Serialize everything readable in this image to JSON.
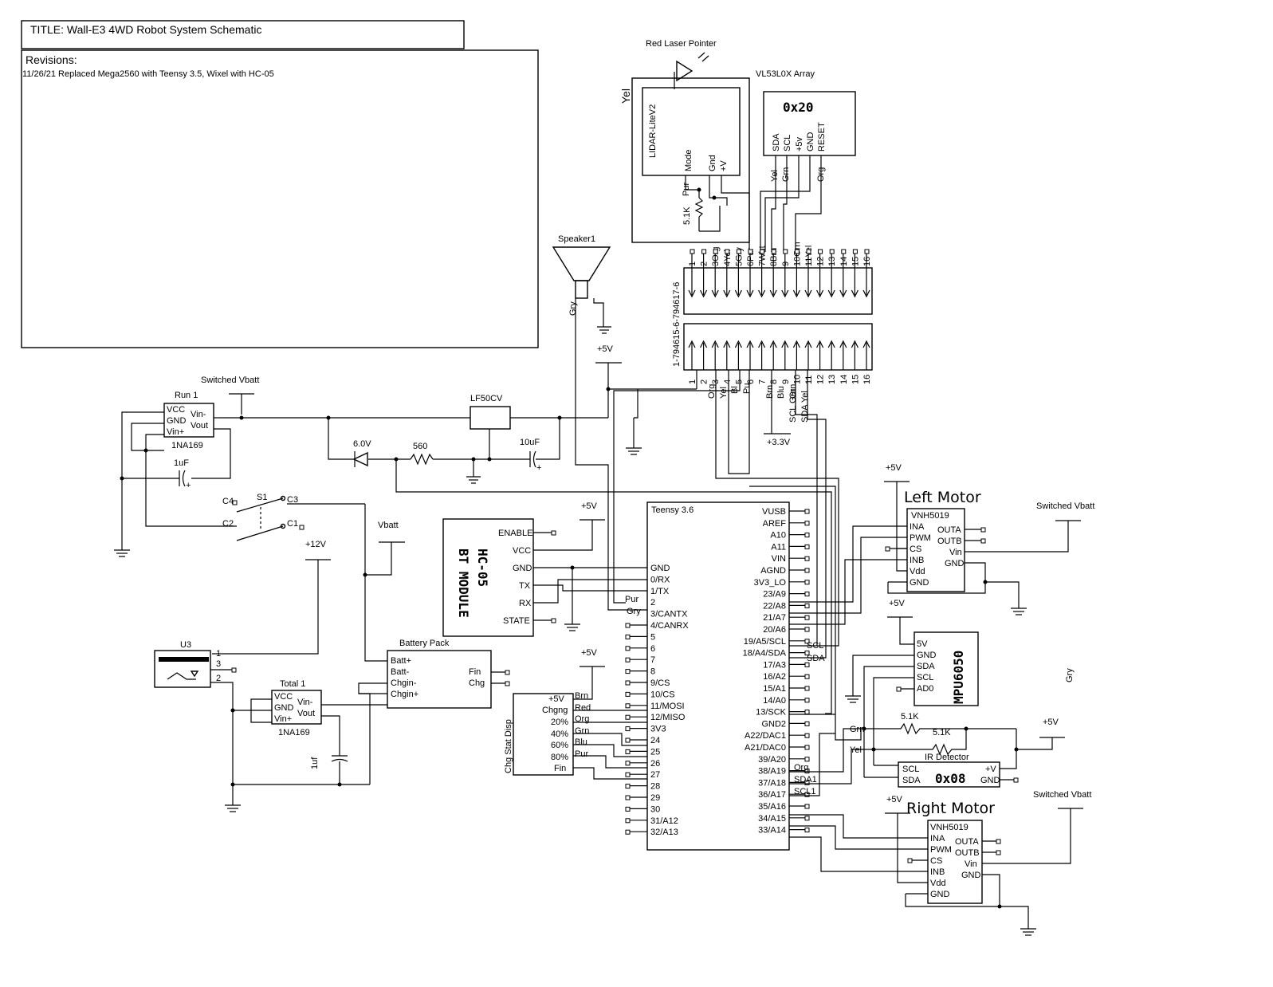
{
  "title_block": {
    "title": "TITLE: Wall-E3 4WD Robot System Schematic",
    "revisions_label": "Revisions:",
    "revision_1": "11/26/21 Replaced Mega2560 with Teensy 3.5, Wixel with HC-05"
  },
  "lidar": {
    "laser": "Red Laser Pointer",
    "name": "LIDAR-LiteV2",
    "wire_yel": "Yel",
    "pins": [
      "Mode",
      "Gnd",
      "+V"
    ],
    "wire_pur": "Pur",
    "resistor": "5.1K"
  },
  "vl53": {
    "array_label": "VL53L0X Array",
    "address": "0x20",
    "pins": [
      "SDA",
      "SCL",
      "+5v",
      "GND",
      "RESET"
    ],
    "wires": [
      "Yel",
      "Grn",
      "Org"
    ]
  },
  "connector": {
    "top_label": "1-794615-6-794617-6",
    "top_pins": [
      "1",
      "2",
      "3Org",
      "4Yel",
      "5Gry",
      "6Pur",
      "7Wht",
      "8Brn",
      "9",
      "10Grn",
      "11Yel",
      "12",
      "13",
      "14",
      "15",
      "16"
    ],
    "bottom_pins": [
      "1",
      "2",
      "3",
      "4",
      "5",
      "6",
      "7",
      "8",
      "9",
      "10",
      "11",
      "12",
      "13",
      "14",
      "15",
      "16"
    ],
    "bottom_wires": [
      "Org",
      "Yel",
      "Bl",
      "Pu",
      "Brn",
      "Blu",
      "Grn",
      "SCL Grn",
      "SDA Yel"
    ]
  },
  "speaker": {
    "name": "Speaker1",
    "wire": "Gry"
  },
  "power": {
    "switched_vbatt": "Switched Vbatt",
    "vbatt": "Vbatt",
    "plus5v": "+5V",
    "plus12v": "+12V",
    "plus3v3": "+3.3V",
    "regulator": "LF50CV",
    "zener": "6.0V",
    "resistor": "560",
    "cap1": "10uF",
    "cap2": "1uF",
    "cap3": "1uf"
  },
  "run_meter": {
    "name": "Run 1",
    "pins_left": [
      "VCC",
      "GND",
      "Vin+"
    ],
    "pins_right": [
      "Vin-",
      "Vout"
    ],
    "part": "1NA169"
  },
  "total_meter": {
    "name": "Total 1",
    "pins_left": [
      "VCC",
      "GND",
      "Vin+"
    ],
    "pins_right": [
      "Vin-",
      "Vout"
    ],
    "part": "1NA169"
  },
  "switch": {
    "name": "S1",
    "contacts": [
      "C4",
      "C3",
      "C2",
      "C1"
    ]
  },
  "u3": {
    "name": "U3",
    "pins": [
      "1",
      "3",
      "2"
    ]
  },
  "battery_pack": {
    "name": "Battery Pack",
    "pins_left": [
      "Batt+",
      "Batt-",
      "Chgin-",
      "Chgin+"
    ],
    "pins_right": [
      "Fin",
      "Chg"
    ]
  },
  "hc05": {
    "name": "HC-05",
    "sub": "BT MODULE",
    "pins": [
      "ENABLE",
      "VCC",
      "GND",
      "TX",
      "RX",
      "STATE"
    ]
  },
  "teensy": {
    "name": "Teensy 3.6",
    "left_pins": [
      "GND",
      "0/RX",
      "1/TX",
      "2",
      "3/CANTX",
      "4/CANRX",
      "5",
      "6",
      "7",
      "8",
      "9/CS",
      "10/CS",
      "11/MOSI",
      "12/MISO",
      "3V3",
      "24",
      "25",
      "26",
      "27",
      "28",
      "29",
      "30",
      "31/A12",
      "32/A13"
    ],
    "right_pins": [
      "VUSB",
      "AREF",
      "A10",
      "A11",
      "VIN",
      "AGND",
      "3V3_LO",
      "23/A9",
      "22/A8",
      "21/A7",
      "20/A6",
      "19/A5/SCL",
      "18/A4/SDA",
      "17/A3",
      "16/A2",
      "15/A1",
      "14/A0",
      "13/SCK",
      "GND2",
      "A22/DAC1",
      "A21/DAC0",
      "39/A20",
      "38/A19",
      "37/A18",
      "36/A17",
      "35/A16",
      "34/A15",
      "33/A14"
    ],
    "wire_labels": [
      "Pur",
      "Gry",
      "SCL",
      "SDA",
      "Org",
      "SDA1",
      "SCL1",
      "Grn",
      "Yel"
    ]
  },
  "chg_disp": {
    "name": "Chg Stat Disp",
    "pins": [
      "+5V",
      "Chgng",
      "20%",
      "40%",
      "60%",
      "80%",
      "Fin"
    ],
    "wires": [
      "Brn",
      "Red",
      "Org",
      "Grn",
      "Blu",
      "Pur"
    ]
  },
  "left_motor": {
    "title": "Left Motor",
    "part": "VNH5019",
    "pins_left": [
      "INA",
      "PWM",
      "CS",
      "INB",
      "Vdd",
      "GND"
    ],
    "pins_right": [
      "OUTA",
      "OUTB",
      "Vin",
      "GND"
    ]
  },
  "right_motor": {
    "title": "Right Motor",
    "part": "VNH5019",
    "pins_left": [
      "INA",
      "PWM",
      "CS",
      "INB",
      "Vdd",
      "GND"
    ],
    "pins_right": [
      "OUTA",
      "OUTB",
      "Vin",
      "GND"
    ]
  },
  "mpu": {
    "name": "MPU6050",
    "pins": [
      "5V",
      "GND",
      "SDA",
      "SCL",
      "AD0"
    ],
    "stray": "Gry"
  },
  "ir": {
    "name": "IR Detector",
    "address": "0x08",
    "pins_left": [
      "SCL",
      "SDA"
    ],
    "pins_right": [
      "+V",
      "GND"
    ],
    "r1": "5.1K",
    "r2": "5.1K"
  }
}
